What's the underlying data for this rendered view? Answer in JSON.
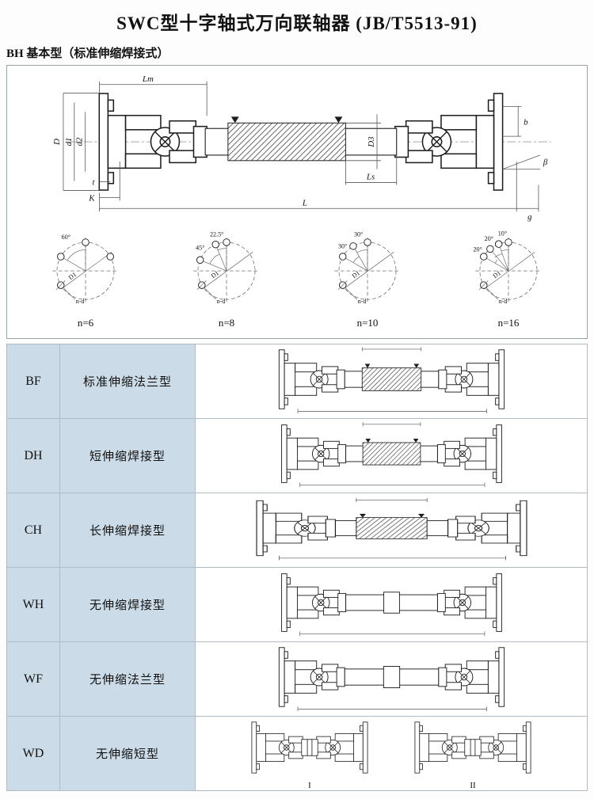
{
  "page": {
    "title": "SWC型十字轴式万向联轴器 (JB/T5513-91)",
    "subtitle": "BH 基本型（标准伸缩焊接式）"
  },
  "main_drawing": {
    "dims": {
      "lm": "Lm",
      "d_outer": "D",
      "d1": "d1",
      "d2": "d2",
      "d3": "D3",
      "ls": "Ls",
      "l": "L",
      "k": "K",
      "t": "t",
      "g": "g",
      "b": "b",
      "beta": "β"
    },
    "bolt_circles": [
      {
        "angles": [
          "60°"
        ],
        "dia_label": "D1",
        "hole_label": "n-d",
        "count": "n=6"
      },
      {
        "angles": [
          "22.5°",
          "45°"
        ],
        "dia_label": "D1",
        "hole_label": "n-d",
        "count": "n=8"
      },
      {
        "angles": [
          "30°",
          "30°"
        ],
        "dia_label": "D1",
        "hole_label": "n-d",
        "count": "n=10"
      },
      {
        "angles": [
          "10°",
          "20°",
          "20°"
        ],
        "dia_label": "D1",
        "hole_label": "n-d",
        "count": "n=16"
      }
    ]
  },
  "table": {
    "rows": [
      {
        "code": "BF",
        "name": "标准伸缩法兰型"
      },
      {
        "code": "DH",
        "name": "短伸缩焊接型"
      },
      {
        "code": "CH",
        "name": "长伸缩焊接型"
      },
      {
        "code": "WH",
        "name": "无伸缩焊接型"
      },
      {
        "code": "WF",
        "name": "无伸缩法兰型"
      },
      {
        "code": "WD",
        "name": "无伸缩短型",
        "variants": [
          "I",
          "II"
        ]
      }
    ]
  },
  "colors": {
    "cell_blue": "#cbdce8",
    "line": "#1c1c1c"
  }
}
